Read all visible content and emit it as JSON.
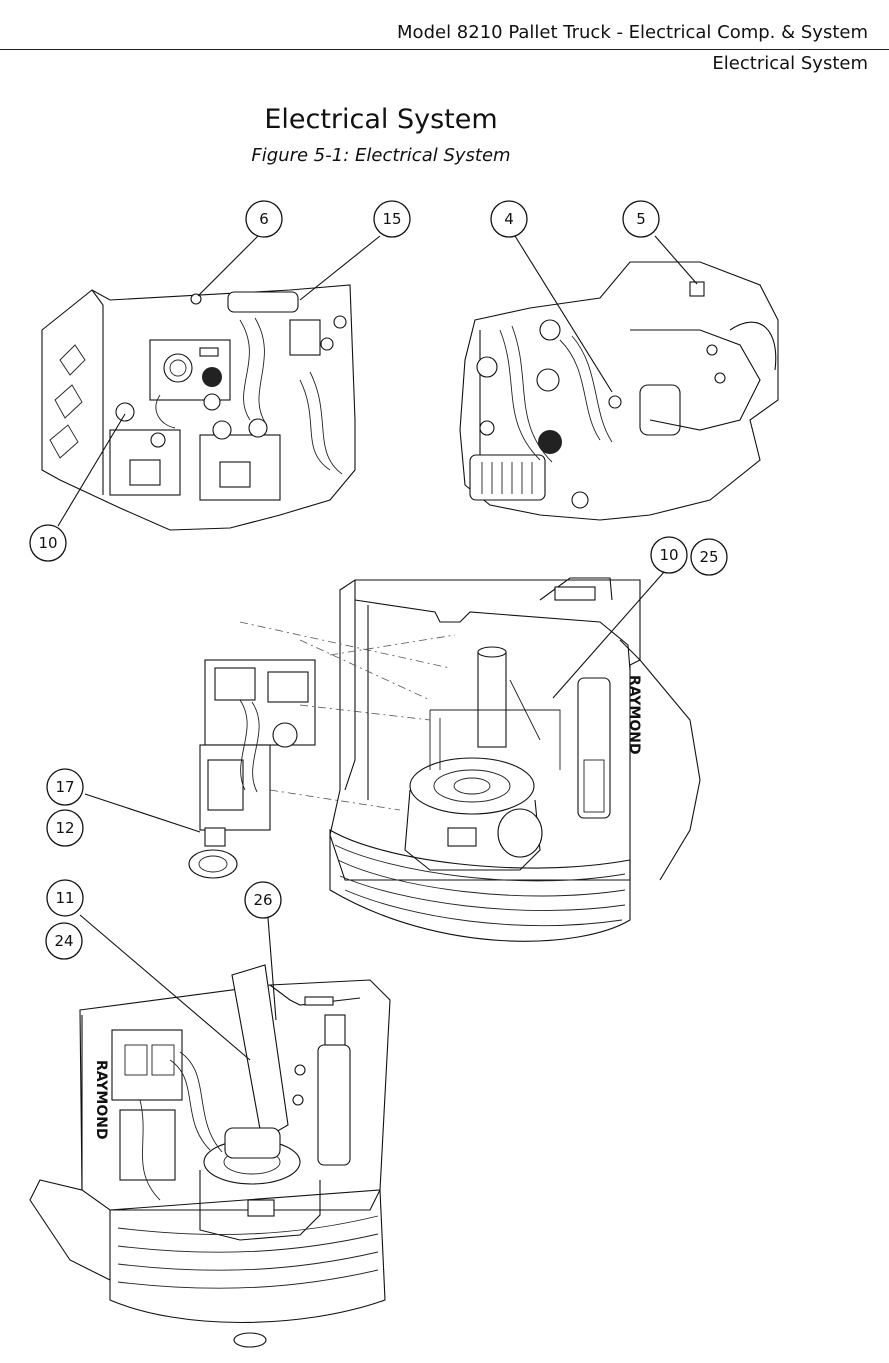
{
  "header": {
    "title": "Model 8210 Pallet Truck - Electrical Comp. & System",
    "section": "Electrical System"
  },
  "page": {
    "title": "Electrical System",
    "figure_caption": "Figure 5-1: Electrical System"
  },
  "callouts": [
    "6",
    "15",
    "4",
    "5",
    "10",
    "10",
    "25",
    "17",
    "12",
    "11",
    "24",
    "26"
  ],
  "brand_mark": "RAYMOND"
}
